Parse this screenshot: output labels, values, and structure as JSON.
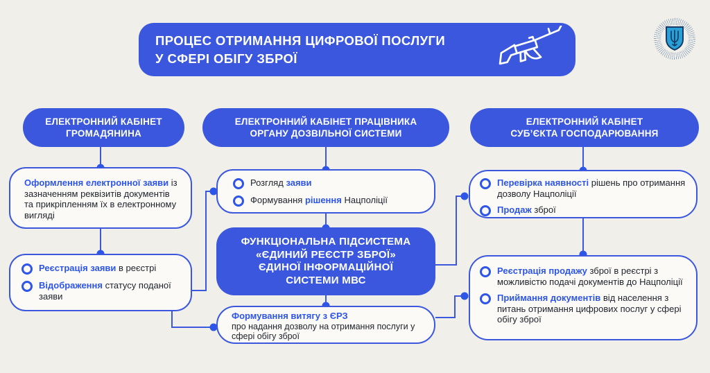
{
  "colors": {
    "blue": "#3a57de",
    "em": "#2d55e8",
    "bg": "#f0efea",
    "card": "#fbfaf6",
    "ink": "#20242e",
    "azure": "#2aa1d6",
    "navy": "#173a66",
    "ray": "#8aa0bb"
  },
  "title": {
    "line1": "ПРОЦЕС ОТРИМАННЯ ЦИФРОВОЇ ПОСЛУГИ",
    "line2": "У СФЕРІ ОБІГУ ЗБРОЇ"
  },
  "headers": {
    "citizen": {
      "line1": "ЕЛЕКТРОННИЙ КАБІНЕТ",
      "line2": "ГРОМАДЯНИНА"
    },
    "officer": {
      "line1": "ЕЛЕКТРОННИЙ КАБІНЕТ ПРАЦІВНИКА",
      "line2": "ОРГАНУ ДОЗВІЛЬНОЇ СИСТЕМИ"
    },
    "business": {
      "line1": "ЕЛЕКТРОННИЙ КАБІНЕТ",
      "line2": "СУБ’ЄКТА ГОСПОДАРЮВАННЯ"
    }
  },
  "boxes": {
    "citizen_application": {
      "em": "Оформлення електронної заяви",
      "text": " із зазначенням реквізитів документів та прикріпленням їх в електронному вигляді"
    },
    "citizen_registration": {
      "items": [
        {
          "em": "Реєстрація заяви",
          "post": " в реєстрі"
        },
        {
          "em": "Відображення",
          "post": " статусу поданої заяви"
        }
      ]
    },
    "officer_review": {
      "items": [
        {
          "pre": "Розгляд ",
          "em": "заяви",
          "post": ""
        },
        {
          "pre": "Формування ",
          "em": "рішення",
          "post": " Нацполіції"
        }
      ]
    },
    "core_subsystem": {
      "line1": "ФУНКЦІОНАЛЬНА ПІДСИСТЕМА",
      "line2": "«ЄДИНИЙ РЕЄСТР ЗБРОЇ»",
      "line3": "ЄДИНОЇ ІНФОРМАЦІЙНОЇ",
      "line4": "СИСТЕМИ МВС"
    },
    "extract": {
      "em": "Формування витягу з ЄРЗ",
      "text": "про надання дозволу на отримання послуги у сфері обігу зброї"
    },
    "business_check": {
      "items": [
        {
          "em": "Перевірка наявності",
          "post": " рішень про отримання дозволу Нацполіції"
        },
        {
          "em": "Продаж",
          "post": " зброї"
        }
      ]
    },
    "business_sales": {
      "items": [
        {
          "em": "Реєстрація продажу",
          "post": " зброї в реєстрі з можливістю подачі документів до Нацполіції"
        },
        {
          "em": "Приймання документів",
          "post": " від населення з питань отримання цифрових послуг у сфері обігу зброї"
        }
      ]
    }
  }
}
